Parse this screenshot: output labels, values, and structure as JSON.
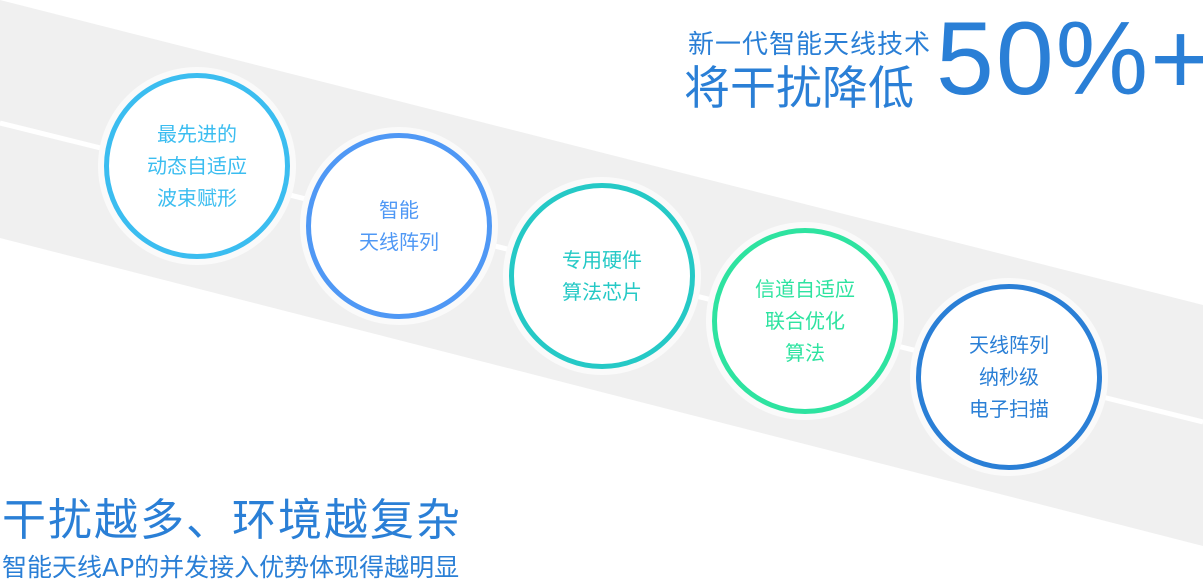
{
  "headline": {
    "line1": "新一代智能天线技术",
    "line2": "将干扰降低",
    "figure": "50%+"
  },
  "colors": {
    "band": "#f0f0f0",
    "primary": "#2a7fd6"
  },
  "features": [
    {
      "lines": [
        "最先进的",
        "动态自适应",
        "波束赋形"
      ],
      "color": "#3bbdf0"
    },
    {
      "lines": [
        "智能",
        "天线阵列"
      ],
      "color": "#4f98f5"
    },
    {
      "lines": [
        "专用硬件",
        "算法芯片"
      ],
      "color": "#25c9c6"
    },
    {
      "lines": [
        "信道自适应",
        "联合优化",
        "算法"
      ],
      "color": "#2ee3a0"
    },
    {
      "lines": [
        "天线阵列",
        "纳秒级",
        "电子扫描"
      ],
      "color": "#2a7fd6"
    }
  ],
  "footer": {
    "title": "干扰越多、环境越复杂",
    "subtitle": "智能天线AP的并发接入优势体现得越明显"
  }
}
